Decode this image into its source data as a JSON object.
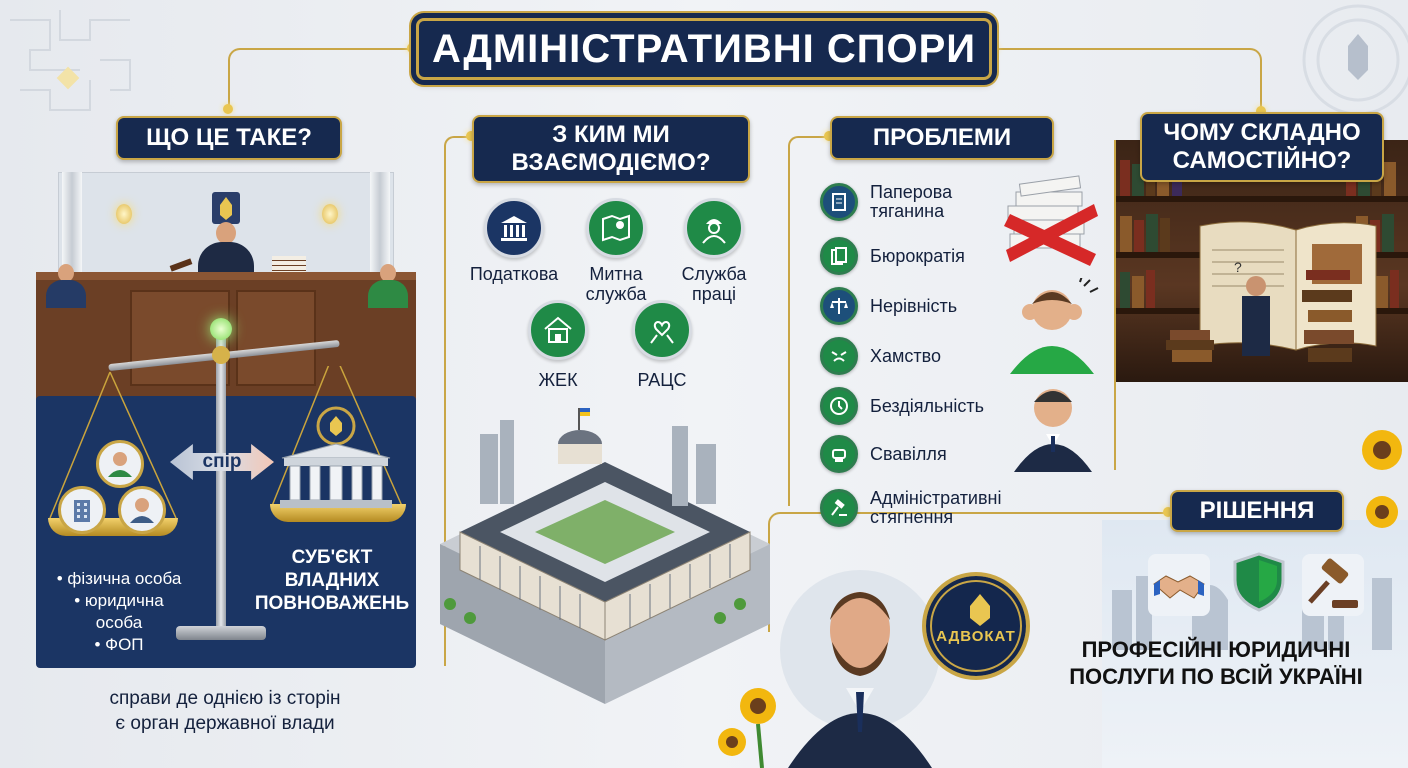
{
  "title": "АДМІНІСТРАТИВНІ СПОРИ",
  "sections": {
    "what": {
      "heading": "ЩО ЦЕ ТАКЕ?",
      "dispute_label": "спір",
      "parties": [
        "• фізична особа",
        "• юридична",
        "особа",
        "• ФОП"
      ],
      "subject_lines": [
        "СУБ'ЄКТ",
        "ВЛАДНИХ",
        "ПОВНОВАЖЕНЬ"
      ],
      "caption_lines": [
        "справи де однією із сторін",
        "є орган державної влади"
      ]
    },
    "who": {
      "heading_lines": [
        "З КИМ МИ",
        "ВЗАЄМОДІЄМО?"
      ],
      "agencies": [
        {
          "label": "Податкова",
          "icon": "building-columns-icon"
        },
        {
          "label": "Митна служба",
          "icon": "map-pin-icon"
        },
        {
          "label": "Служба праці",
          "icon": "worker-icon"
        },
        {
          "label": "ЖЕК",
          "icon": "house-icon"
        },
        {
          "label": "РАЦС",
          "icon": "family-icon"
        }
      ]
    },
    "problems": {
      "heading": "ПРОБЛЕМИ",
      "items": [
        {
          "label": "Паперова тяганина",
          "icon": "document-icon"
        },
        {
          "label": "Бюрократія",
          "icon": "papers-icon"
        },
        {
          "label": "Нерівність",
          "icon": "scales-icon"
        },
        {
          "label": "Хамство",
          "icon": "angry-face-icon"
        },
        {
          "label": "Бездіяльність",
          "icon": "clock-icon"
        },
        {
          "label": "Свавілля",
          "icon": "fist-icon"
        },
        {
          "label": "Адміністративні стягнення",
          "icon": "gavel-icon"
        }
      ]
    },
    "why": {
      "heading_lines": [
        "ЧОМУ СКЛАДНО",
        "САМОСТІЙНО?"
      ]
    },
    "solution": {
      "heading": "РІШЕННЯ",
      "text_lines": [
        "ПРОФЕСІЙНІ ЮРИДИЧНІ",
        "ПОСЛУГИ ПО ВСІЙ УКРАЇНІ"
      ],
      "icons": [
        "handshake-icon",
        "shield-icon",
        "gavel-icon"
      ]
    }
  },
  "seal": {
    "title": "АДВОКАТ"
  },
  "colors": {
    "navy": "#16294f",
    "gold": "#c9a646",
    "green": "#1f8a47",
    "wood": "#6b3f25"
  }
}
